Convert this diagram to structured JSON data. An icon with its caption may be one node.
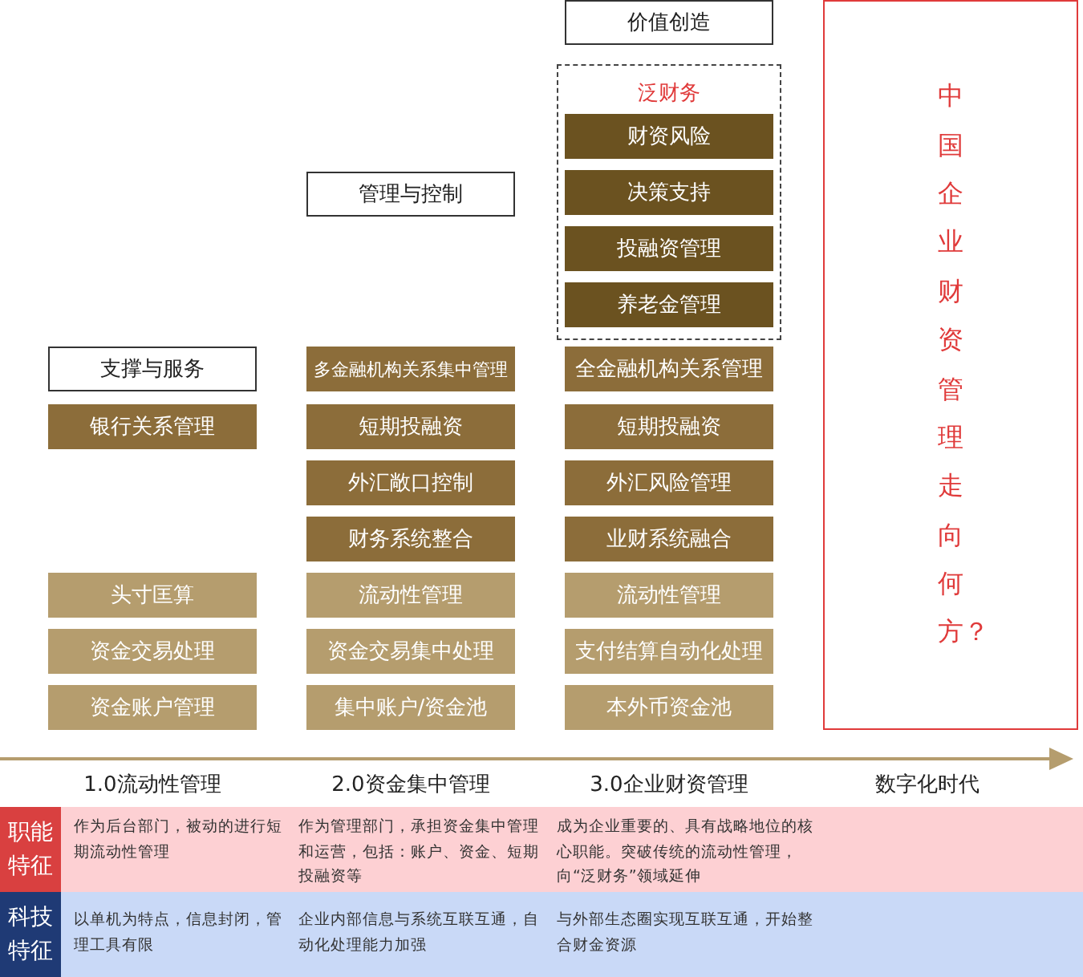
{
  "diagram": {
    "nodes": [
      {
        "text": [
          "支撑与服务"
        ]
      },
      {
        "text": [
          "银行关系管理"
        ]
      },
      {
        "text": [
          "头寸匡算"
        ]
      },
      {
        "text": [
          "资金交易处理"
        ]
      },
      {
        "text": [
          "资金账户管理"
        ]
      },
      {
        "text": [
          "管理与控制"
        ]
      },
      {
        "text": [
          "多金融机构关系集中管理"
        ]
      },
      {
        "text": [
          "短期投融资"
        ]
      },
      {
        "text": [
          "外汇敞口控制"
        ]
      },
      {
        "text": [
          "财务系统整合"
        ]
      },
      {
        "text": [
          "流动性管理"
        ]
      },
      {
        "text": [
          "资金交易集中处理"
        ]
      },
      {
        "text": [
          "集中账户/资金池"
        ]
      },
      {
        "text": [
          "价值创造"
        ]
      },
      {
        "text": [
          "泛财务"
        ]
      },
      {
        "text": [
          "财资风险"
        ],
        "in": 14
      },
      {
        "text": [
          "决策支持"
        ],
        "in": 14
      },
      {
        "text": [
          "投融资管理"
        ],
        "in": 14
      },
      {
        "text": [
          "养老金管理"
        ],
        "in": 14
      },
      {
        "text": [
          "全金融机构关系管理"
        ]
      },
      {
        "text": [
          "短期投融资"
        ]
      },
      {
        "text": [
          "外汇风险管理"
        ]
      },
      {
        "text": [
          "业财系统融合"
        ]
      },
      {
        "text": [
          "流动性管理"
        ]
      },
      {
        "text": [
          "支付结算自动化处理"
        ]
      },
      {
        "text": [
          "本外币资金池"
        ]
      },
      {
        "text": [
          "中国企业财资管理走向何方？"
        ]
      },
      {
        "text": [
          "职能特征"
        ]
      },
      {
        "text": [
          "科技特征"
        ]
      }
    ],
    "edges": [],
    "labels": [
      "1.0流动性管理",
      "2.0资金集中管理",
      "3.0企业财资管理",
      "数字化时代",
      "作为后台部门，被动的进行短期流动性管理",
      "作为管理部门，承担资金集中管理和运营，包括：账户、资金、短期投融资等",
      "成为企业重要的、具有战略地位的核心职能。突破传统的流动性管理，向“泛财务”领域延伸",
      "以单机为特点，信息封闭，管理工具有限",
      "企业内部信息与系统互联互通，自动化处理能力加强",
      "与外部生态圈实现互联互通，开始整合财金资源"
    ]
  }
}
